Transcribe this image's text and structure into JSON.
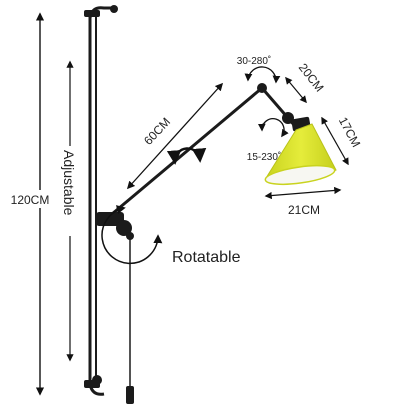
{
  "dimensions": {
    "overall_height": "120CM",
    "arm_length": "60CM",
    "joint_arm_length": "20CM",
    "shade_height": "17CM",
    "shade_width": "21CM",
    "top_joint_rotation": "30-280˚",
    "shade_joint_rotation": "15-230˚"
  },
  "labels": {
    "adjustable": "Adjustable",
    "rotatable": "Rotatable"
  },
  "colors": {
    "background": "#ffffff",
    "lamp_body": "#1b1b1b",
    "shade_outer": "#d9e230",
    "shade_inner": "#f7f7f2",
    "annotation": "#111111"
  },
  "icons": [
    "rotate-arrow-icon",
    "double-arrow-icon"
  ]
}
